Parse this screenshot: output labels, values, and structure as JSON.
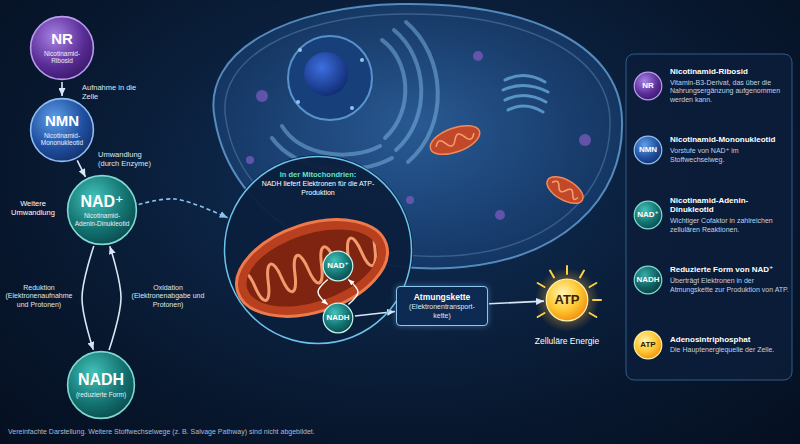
{
  "diagram": {
    "caption": "Vereinfachte Darstellung. Weitere Stoffwechselwege (z. B. Salvage Pathway) sind nicht abgebildet.",
    "nodes": [
      {
        "text": [
          "NR",
          "Nicotinamid-Ribosid"
        ]
      },
      {
        "text": [
          "NMN",
          "Nicotinamid-Mononukleotid"
        ]
      },
      {
        "text": [
          "NAD⁺",
          "Nicotinamid-Adenin-Dinukleotid"
        ]
      },
      {
        "text": [
          "NADH",
          "(reduzierte Form)"
        ]
      },
      {
        "text": [
          "In der Mitochondrien:",
          "NADH liefert Elektronen für die ATP-Produktion"
        ]
      },
      {
        "text": [
          "NAD⁺"
        ],
        "in": 4
      },
      {
        "text": [
          "NADH"
        ],
        "in": 4
      },
      {
        "text": [
          "Atmungskette",
          "(Elektronentransport-kette)"
        ]
      },
      {
        "text": [
          "ATP",
          "Zelluläre Energie"
        ]
      },
      {
        "text": [
          "NR",
          "Nicotinamid-Ribosid",
          "Vitamin-B3-Derivat, das über die Nahrungsergänzung aufgenommen werden kann."
        ]
      },
      {
        "text": [
          "NMN",
          "Nicotinamid-Mononukleotid",
          "Vorstufe von NAD⁺ im Stoffwechselweg."
        ]
      },
      {
        "text": [
          "NAD⁺",
          "Nicotinamid-Adenin-Dinukleotid",
          "Wichtiger Cofaktor in zahlreichen zellulären Reaktionen."
        ]
      },
      {
        "text": [
          "NADH",
          "Reduzierte Form von NAD⁺",
          "Überträgt Elektronen in der Atmungskette zur Produktion von ATP."
        ]
      },
      {
        "text": [
          "ATP",
          "Adenosintriphosphat",
          "Die Hauptenergiequelle der Zelle."
        ]
      }
    ],
    "edges": [
      {
        "from": 0,
        "to": 1,
        "arrow": "to",
        "label": "Aufnahme in die Zelle"
      },
      {
        "from": 1,
        "to": 2,
        "arrow": "to",
        "label": "Umwandlung (durch Enzyme)"
      },
      {
        "from": 2,
        "to": 3,
        "arrow": "to",
        "label": "Reduktion (Elektronenaufnahme und Protonen)"
      },
      {
        "from": 3,
        "to": 2,
        "arrow": "to",
        "label": "Oxidation (Elektronenabgabe und Protonen)"
      },
      {
        "from": 2,
        "to": 4,
        "arrow": "to"
      },
      {
        "from": 5,
        "to": 6,
        "arrow": "to"
      },
      {
        "from": 6,
        "to": 5,
        "arrow": "to"
      },
      {
        "from": 6,
        "to": 7,
        "arrow": "to"
      },
      {
        "from": 7,
        "to": 8,
        "arrow": "to"
      }
    ],
    "labels": [
      "Weitere Umwandlung"
    ]
  }
}
